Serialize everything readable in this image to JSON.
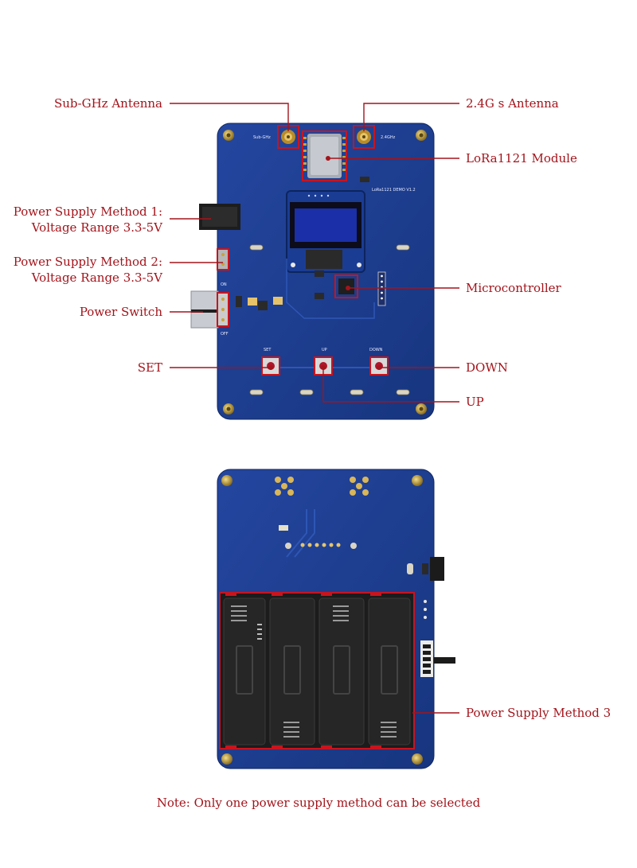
{
  "labels": {
    "sub_ghz_antenna": "Sub-GHz Antenna",
    "antenna_24g": "2.4G s Antenna",
    "lora_module": "LoRa1121 Module",
    "psm1_line1": "Power Supply Method 1:",
    "psm1_line2": "Voltage Range 3.3-5V",
    "psm2_line1": "Power Supply Method 2:",
    "psm2_line2": "Voltage Range 3.3-5V",
    "microcontroller": "Microcontroller",
    "power_switch": "Power Switch",
    "set": "SET",
    "down": "DOWN",
    "up": "UP",
    "psm3": "Power Supply Method 3"
  },
  "board_silkscreen": {
    "sub_ghz": "Sub-GHz",
    "ghz_24": "2.4GHz",
    "title": "LoRa1121 DEMO V1.2",
    "btn_set": "SET",
    "btn_up": "UP",
    "btn_down": "DOWN",
    "on": "ON",
    "off": "OFF"
  },
  "note": "Note: Only one power supply method can be selected",
  "colors": {
    "board": "#1d3f9a",
    "annotation": "#a3141b",
    "gold": "#c9a13a"
  }
}
